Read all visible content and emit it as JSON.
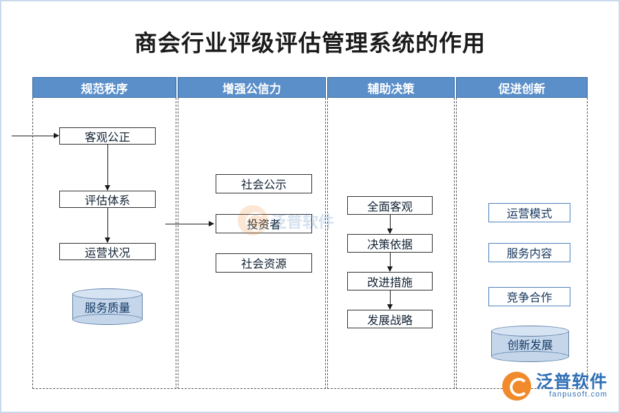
{
  "page": {
    "title": "商会行业评级评估管理系统的作用"
  },
  "columns": [
    {
      "header": "规范秩序",
      "nodes": [
        "客观公正",
        "评估体系",
        "运营状况"
      ],
      "cylinder": "服务质量"
    },
    {
      "header": "增强公信力",
      "nodes": [
        "社会公示",
        "投资者",
        "社会资源"
      ],
      "cylinder": ""
    },
    {
      "header": "辅助决策",
      "nodes": [
        "全面客观",
        "决策依据",
        "改进措施",
        "发展战略"
      ],
      "cylinder": ""
    },
    {
      "header": "促进创新",
      "nodes": [
        "运营模式",
        "服务内容",
        "竞争合作"
      ],
      "cylinder": "创新发展"
    }
  ],
  "watermark": {
    "text": "泛普软件"
  },
  "logo": {
    "cn": "泛普软件",
    "en": "fanpusoft.com"
  },
  "colors": {
    "header_bg": "#5b8fc9",
    "cylinder_fill": "#c5d6ea",
    "brand_blue": "#2f6fb5",
    "brand_orange": "#f08a2a"
  }
}
